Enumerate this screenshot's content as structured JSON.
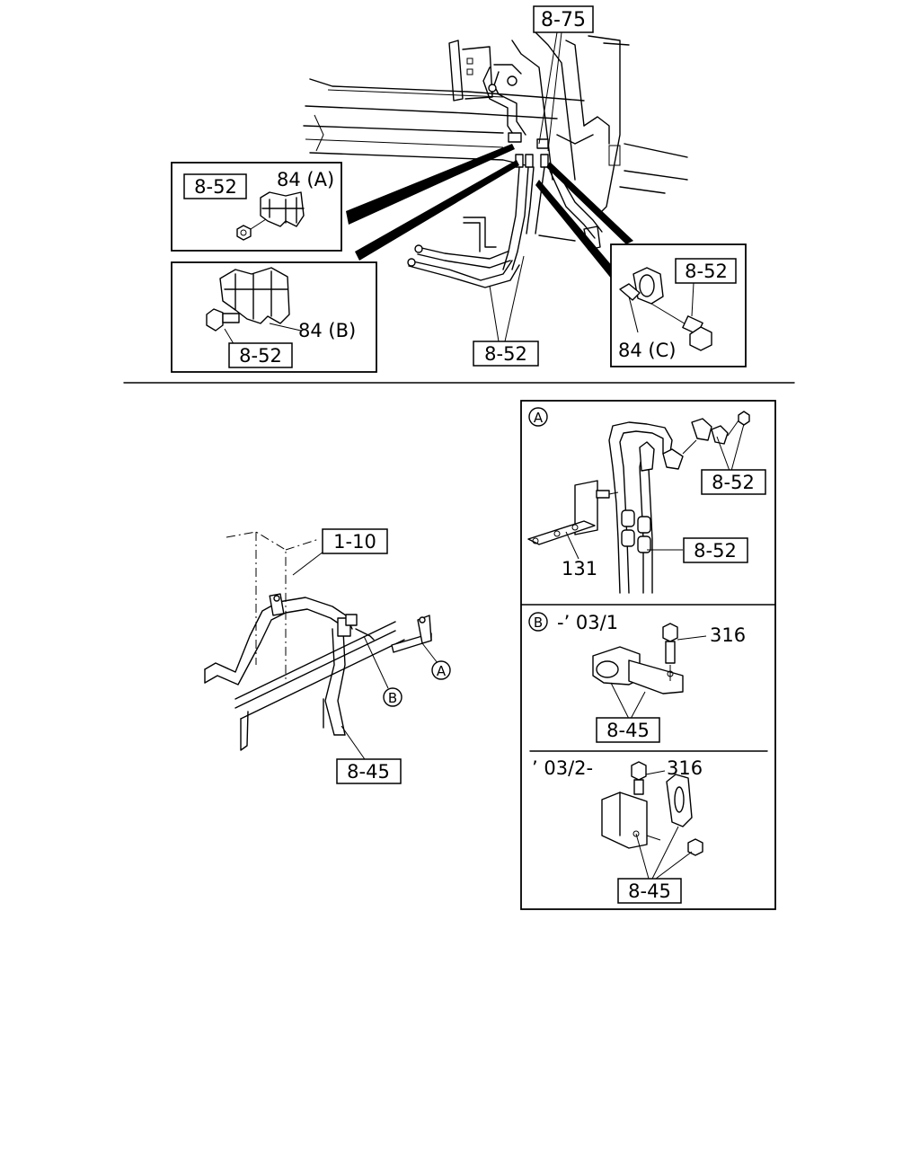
{
  "refs": {
    "top_8_75": "8-75",
    "inset_a_ref": "8-52",
    "inset_a_part": "84 (A)",
    "inset_b_ref": "8-52",
    "inset_b_part": "84 (B)",
    "inset_c_ref": "8-52",
    "inset_c_part": "84 (C)",
    "main_8_52": "8-52",
    "lower_1_10": "1-10",
    "lower_8_45": "8-45",
    "lower_callout_a": "A",
    "lower_callout_b": "B"
  },
  "detail_a": {
    "letter": "A",
    "ref_top": "8-52",
    "ref_bottom": "8-52",
    "part": "131"
  },
  "detail_b_early": {
    "letter": "B",
    "date": "-’ 03/1",
    "part": "316",
    "ref": "8-45"
  },
  "detail_b_late": {
    "date": "’ 03/2-",
    "part": "316",
    "ref": "8-45"
  }
}
